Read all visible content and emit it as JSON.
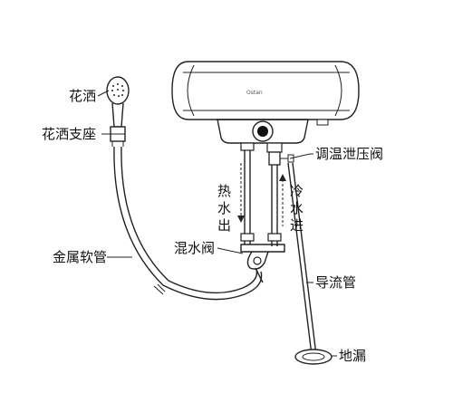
{
  "labels": {
    "shower_head": "花洒",
    "shower_holder": "花洒支座",
    "metal_hose": "金属软管",
    "mixing_valve": "混水阀",
    "pressure_relief_valve": "调温泄压阀",
    "hot_water_out": "热水出",
    "cold_water_in": "冷水进",
    "drain_pipe": "导流管",
    "floor_drain": "地漏"
  },
  "brand": "Ostan",
  "colors": {
    "line": "#222222",
    "background": "#ffffff"
  }
}
